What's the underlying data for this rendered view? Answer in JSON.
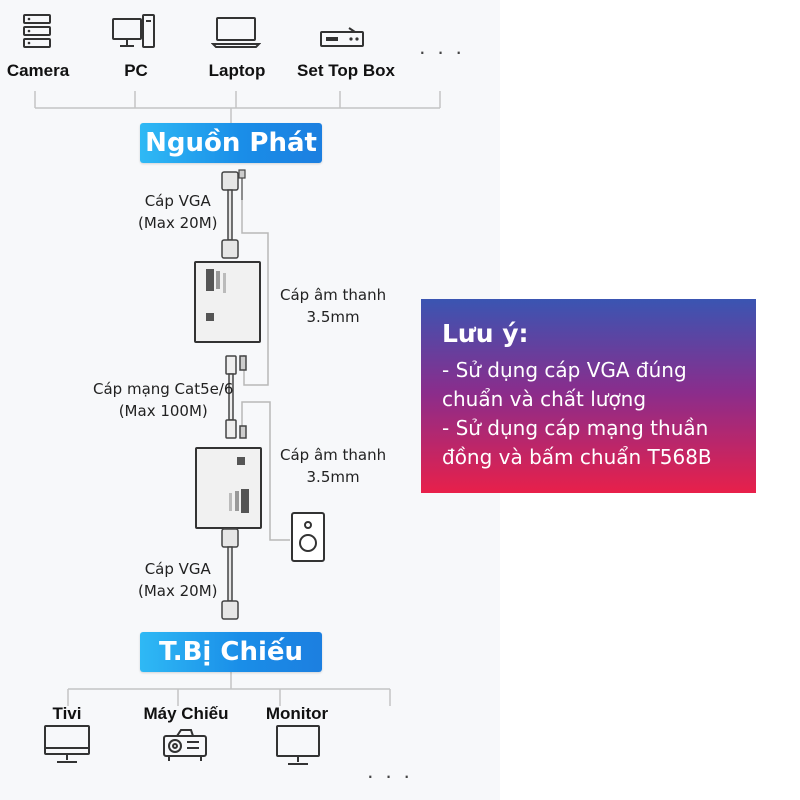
{
  "sources": {
    "items": [
      {
        "label": "Camera",
        "icon": "server-icon"
      },
      {
        "label": "PC",
        "icon": "desktop-pc-icon"
      },
      {
        "label": "Laptop",
        "icon": "laptop-icon"
      },
      {
        "label": "Set Top Box",
        "icon": "set-top-box-icon"
      }
    ],
    "more": ". . ."
  },
  "source_title": "Nguồn Phát",
  "cables": {
    "vga_top": [
      "Cáp VGA",
      "(Max 20M)"
    ],
    "audio_top": [
      "Cáp âm thanh",
      "3.5mm"
    ],
    "network": [
      "Cáp mạng Cat5e/6",
      "(Max 100M)"
    ],
    "audio_bottom": [
      "Cáp âm thanh",
      "3.5mm"
    ],
    "vga_bottom": [
      "Cáp VGA",
      "(Max 20M)"
    ]
  },
  "note": {
    "title": "Lưu ý:",
    "lines": [
      "- Sử dụng cáp VGA đúng",
      "chuẩn và chất lượng",
      "- Sử dụng cáp mạng thuần",
      "đồng và bấm chuẩn T568B"
    ]
  },
  "display_title": "T.Bị Chiếu",
  "displays": {
    "items": [
      {
        "label": "Tivi",
        "icon": "tv-icon"
      },
      {
        "label": "Máy Chiếu",
        "icon": "projector-icon"
      },
      {
        "label": "Monitor",
        "icon": "monitor-icon"
      }
    ],
    "more": ". . ."
  },
  "colors": {
    "title_pill": "#1a8ee8",
    "note_top": "#3a55b2",
    "note_bottom": "#e8204a",
    "line": "#bfbfbf"
  }
}
